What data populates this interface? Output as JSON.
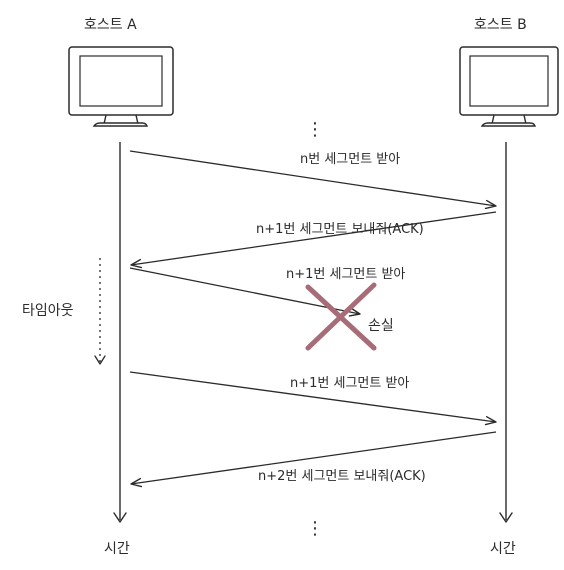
{
  "hosts": {
    "a": {
      "label": "호스트 A",
      "icon": "monitor-icon"
    },
    "b": {
      "label": "호스트 B",
      "icon": "monitor-icon"
    }
  },
  "time_label_a": "시간",
  "time_label_b": "시간",
  "timeout_label": "타임아웃",
  "ellipsis": "⋮",
  "messages": [
    {
      "text": "n번 세그먼트 받아",
      "direction": "a-to-b"
    },
    {
      "text": "n+1번 세그먼트 보내줘(ACK)",
      "direction": "b-to-a"
    },
    {
      "text": "n+1번 세그먼트 받아",
      "direction": "a-to-b",
      "lost": true
    },
    {
      "text": "n+1번 세그먼트 받아",
      "direction": "a-to-b"
    },
    {
      "text": "n+2번 세그먼트 보내줘(ACK)",
      "direction": "b-to-a"
    }
  ],
  "loss": {
    "label": "손실",
    "icon": "x-mark-icon",
    "color": "#a86b78"
  },
  "colors": {
    "ink": "#2b2b2b",
    "screen": "#ffffff"
  }
}
